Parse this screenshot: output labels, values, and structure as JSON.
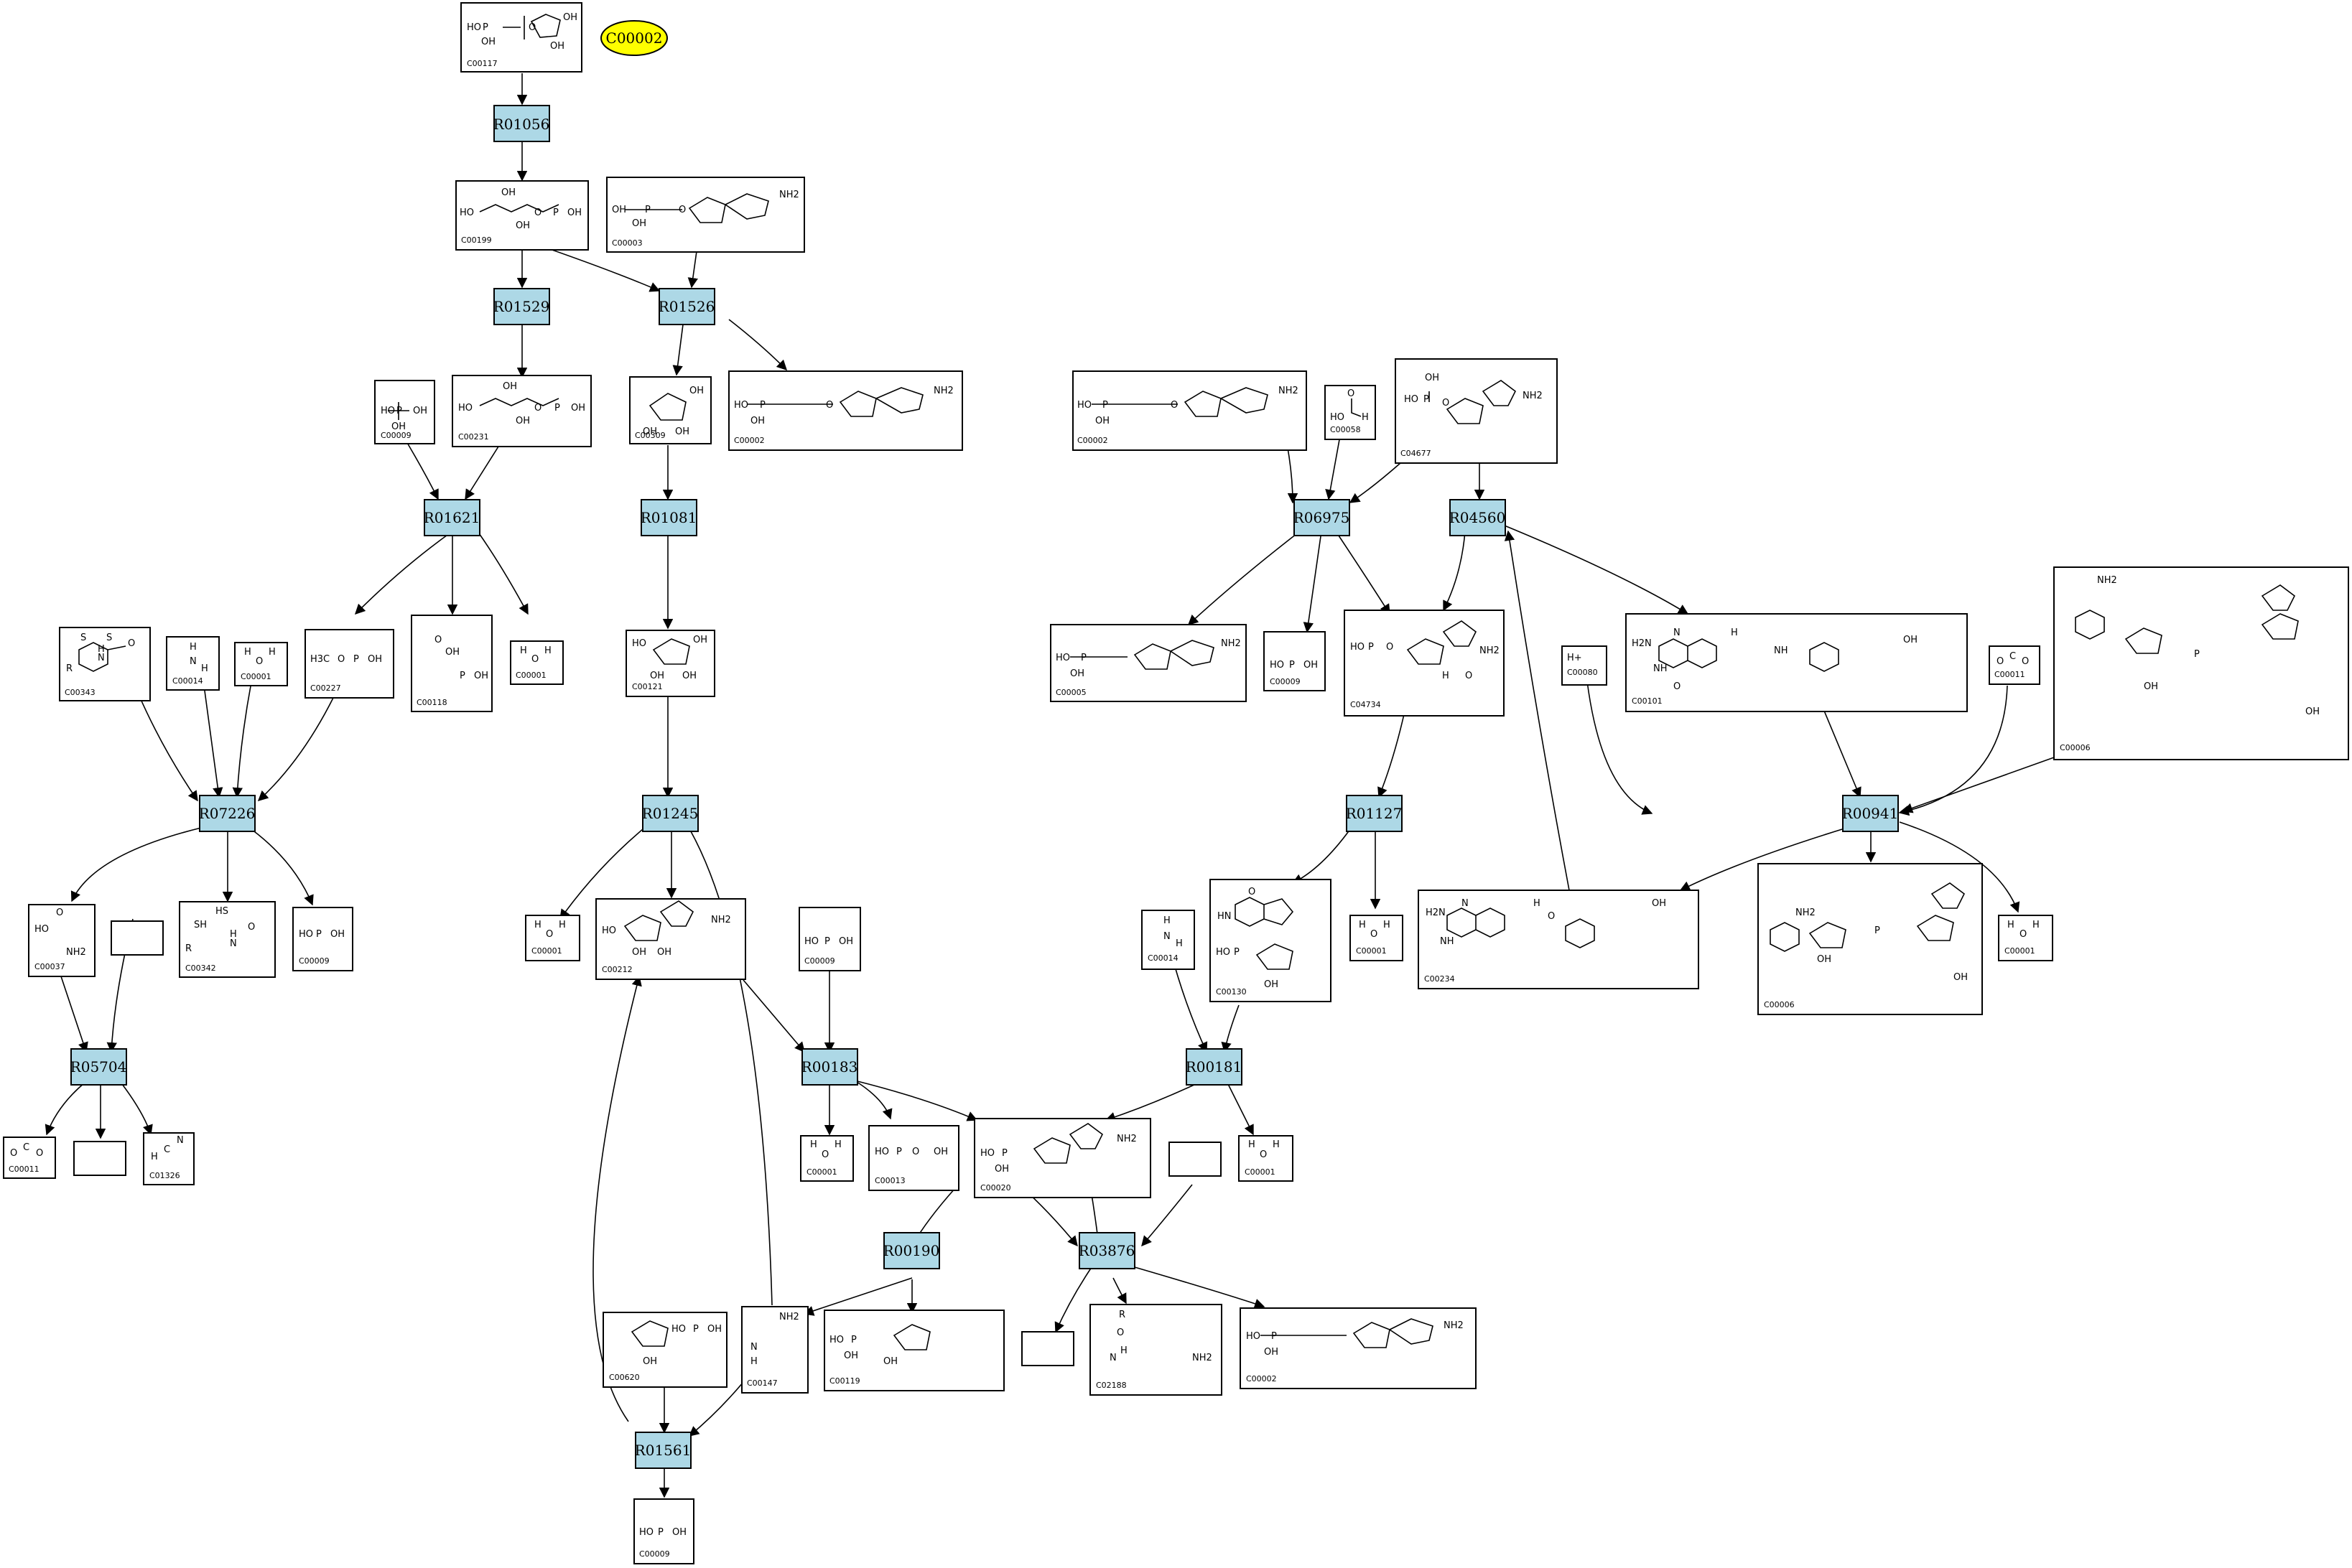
{
  "diagram": {
    "highlight": "C00002",
    "colors": {
      "reaction_fill": "#add8e6",
      "highlight_fill": "#ffff00",
      "stroke": "#000000"
    },
    "reactions": [
      "R01056",
      "R01529",
      "R01526",
      "R01621",
      "R01081",
      "R06975",
      "R04560",
      "R07226",
      "R01245",
      "R01127",
      "R00941",
      "R05704",
      "R00183",
      "R00181",
      "R00190",
      "R03876",
      "R01561"
    ],
    "compounds": [
      {
        "id": "c00117",
        "label": "C00117",
        "atoms": [
          "HO",
          "P",
          "OH",
          "O",
          "OH",
          "OH"
        ]
      },
      {
        "id": "c00199",
        "label": "C00199",
        "atoms": [
          "HO",
          "OH",
          "OH",
          "O",
          "P",
          "OH"
        ]
      },
      {
        "id": "c00003",
        "label": "C00003",
        "atoms": [
          "OH",
          "P",
          "OH",
          "O",
          "NH2"
        ]
      },
      {
        "id": "c00009a",
        "label": "C00009",
        "atoms": [
          "HO",
          "P",
          "OH",
          "OH"
        ]
      },
      {
        "id": "c00231",
        "label": "C00231",
        "atoms": [
          "HO",
          "OH",
          "OH",
          "O",
          "P",
          "OH"
        ]
      },
      {
        "id": "c00309",
        "label": "C00309",
        "atoms": [
          "OH",
          "OH",
          "OH"
        ]
      },
      {
        "id": "c00002a",
        "label": "C00002",
        "atoms": [
          "HO",
          "P",
          "OH",
          "O",
          "NH2"
        ]
      },
      {
        "id": "c00002b",
        "label": "C00002",
        "atoms": [
          "HO",
          "P",
          "OH",
          "O",
          "NH2"
        ]
      },
      {
        "id": "c00058",
        "label": "C00058",
        "atoms": [
          "O",
          "HO",
          "H"
        ]
      },
      {
        "id": "c04677",
        "label": "C04677",
        "atoms": [
          "OH",
          "HO",
          "P",
          "O",
          "NH2"
        ]
      },
      {
        "id": "c00343",
        "label": "C00343",
        "atoms": [
          "S",
          "S",
          "R",
          "H",
          "N",
          "O"
        ]
      },
      {
        "id": "c00014a",
        "label": "C00014",
        "atoms": [
          "H",
          "N",
          "H"
        ]
      },
      {
        "id": "c00001a",
        "label": "C00001",
        "atoms": [
          "H",
          "O",
          "H"
        ]
      },
      {
        "id": "c00227",
        "label": "C00227",
        "atoms": [
          "H3C",
          "O",
          "P",
          "OH"
        ]
      },
      {
        "id": "c00118",
        "label": "C00118",
        "atoms": [
          "O",
          "OH",
          "P",
          "OH"
        ]
      },
      {
        "id": "c00001b",
        "label": "C00001",
        "atoms": [
          "H",
          "O",
          "H"
        ]
      },
      {
        "id": "c00121",
        "label": "C00121",
        "atoms": [
          "HO",
          "OH",
          "OH",
          "OH"
        ]
      },
      {
        "id": "c00005",
        "label": "C00005",
        "atoms": [
          "HO",
          "P",
          "OH",
          "NH2"
        ]
      },
      {
        "id": "c00009b",
        "label": "C00009",
        "atoms": [
          "HO",
          "P",
          "OH"
        ]
      },
      {
        "id": "c04734",
        "label": "C04734",
        "atoms": [
          "HO",
          "P",
          "O",
          "NH2",
          "H",
          "O"
        ]
      },
      {
        "id": "c00080",
        "label": "C00080",
        "atoms": [
          "H+"
        ]
      },
      {
        "id": "c00101",
        "label": "C00101",
        "atoms": [
          "H2N",
          "N",
          "NH",
          "H",
          "NH",
          "OH",
          "O"
        ]
      },
      {
        "id": "c00011a",
        "label": "C00011",
        "atoms": [
          "O",
          "C",
          "O"
        ]
      },
      {
        "id": "c00006",
        "label": "C00006",
        "atoms": [
          "NH2",
          "P",
          "OH",
          "OH"
        ]
      },
      {
        "id": "c00037",
        "label": "C00037",
        "atoms": [
          "HO",
          "O",
          "NH2"
        ]
      },
      {
        "id": "c00342",
        "label": "C00342",
        "atoms": [
          "HS",
          "SH",
          "R",
          "H",
          "N",
          "O"
        ]
      },
      {
        "id": "c00009c",
        "label": "C00009",
        "atoms": [
          "HO",
          "P",
          "OH"
        ]
      },
      {
        "id": "c00001c",
        "label": "C00001",
        "atoms": [
          "H",
          "O",
          "H"
        ]
      },
      {
        "id": "c00212",
        "label": "C00212",
        "atoms": [
          "HO",
          "OH",
          "OH",
          "NH2"
        ]
      },
      {
        "id": "c00009d",
        "label": "C00009",
        "atoms": [
          "HO",
          "P",
          "OH"
        ]
      },
      {
        "id": "c00014b",
        "label": "C00014",
        "atoms": [
          "H",
          "N",
          "H"
        ]
      },
      {
        "id": "c00130",
        "label": "C00130",
        "atoms": [
          "HN",
          "O",
          "HO",
          "P",
          "OH"
        ]
      },
      {
        "id": "c00001d",
        "label": "C00001",
        "atoms": [
          "H",
          "O",
          "H"
        ]
      },
      {
        "id": "c00234",
        "label": "C00234",
        "atoms": [
          "H2N",
          "N",
          "NH",
          "H",
          "O",
          "OH"
        ]
      },
      {
        "id": "c00006b",
        "label": "C00006",
        "atoms": [
          "NH2",
          "P",
          "OH",
          "OH"
        ]
      },
      {
        "id": "c00001e",
        "label": "C00001",
        "atoms": [
          "H",
          "O",
          "H"
        ]
      },
      {
        "id": "c00011b",
        "label": "C00011",
        "atoms": [
          "O",
          "C",
          "O"
        ]
      },
      {
        "id": "c01326",
        "label": "C01326",
        "atoms": [
          "H",
          "C",
          "N"
        ]
      },
      {
        "id": "c00001f",
        "label": "C00001",
        "atoms": [
          "H",
          "O",
          "H"
        ]
      },
      {
        "id": "c00013",
        "label": "C00013",
        "atoms": [
          "HO",
          "P",
          "OH",
          "O"
        ]
      },
      {
        "id": "c00020",
        "label": "C00020",
        "atoms": [
          "HO",
          "P",
          "OH",
          "NH2"
        ]
      },
      {
        "id": "c00001g",
        "label": "C00001",
        "atoms": [
          "H",
          "O",
          "H"
        ]
      },
      {
        "id": "c00620",
        "label": "C00620",
        "atoms": [
          "HO",
          "P",
          "OH",
          "OH"
        ]
      },
      {
        "id": "c00147",
        "label": "C00147",
        "atoms": [
          "NH2",
          "N",
          "H"
        ]
      },
      {
        "id": "c00119",
        "label": "C00119",
        "atoms": [
          "HO",
          "P",
          "OH",
          "OH"
        ]
      },
      {
        "id": "c02188",
        "label": "C02188",
        "atoms": [
          "R",
          "O",
          "N",
          "H",
          "NH2"
        ]
      },
      {
        "id": "c00002c",
        "label": "C00002",
        "atoms": [
          "HO",
          "P",
          "OH",
          "NH2"
        ]
      },
      {
        "id": "c00009e",
        "label": "C00009",
        "atoms": [
          "HO",
          "P",
          "OH"
        ]
      }
    ]
  }
}
